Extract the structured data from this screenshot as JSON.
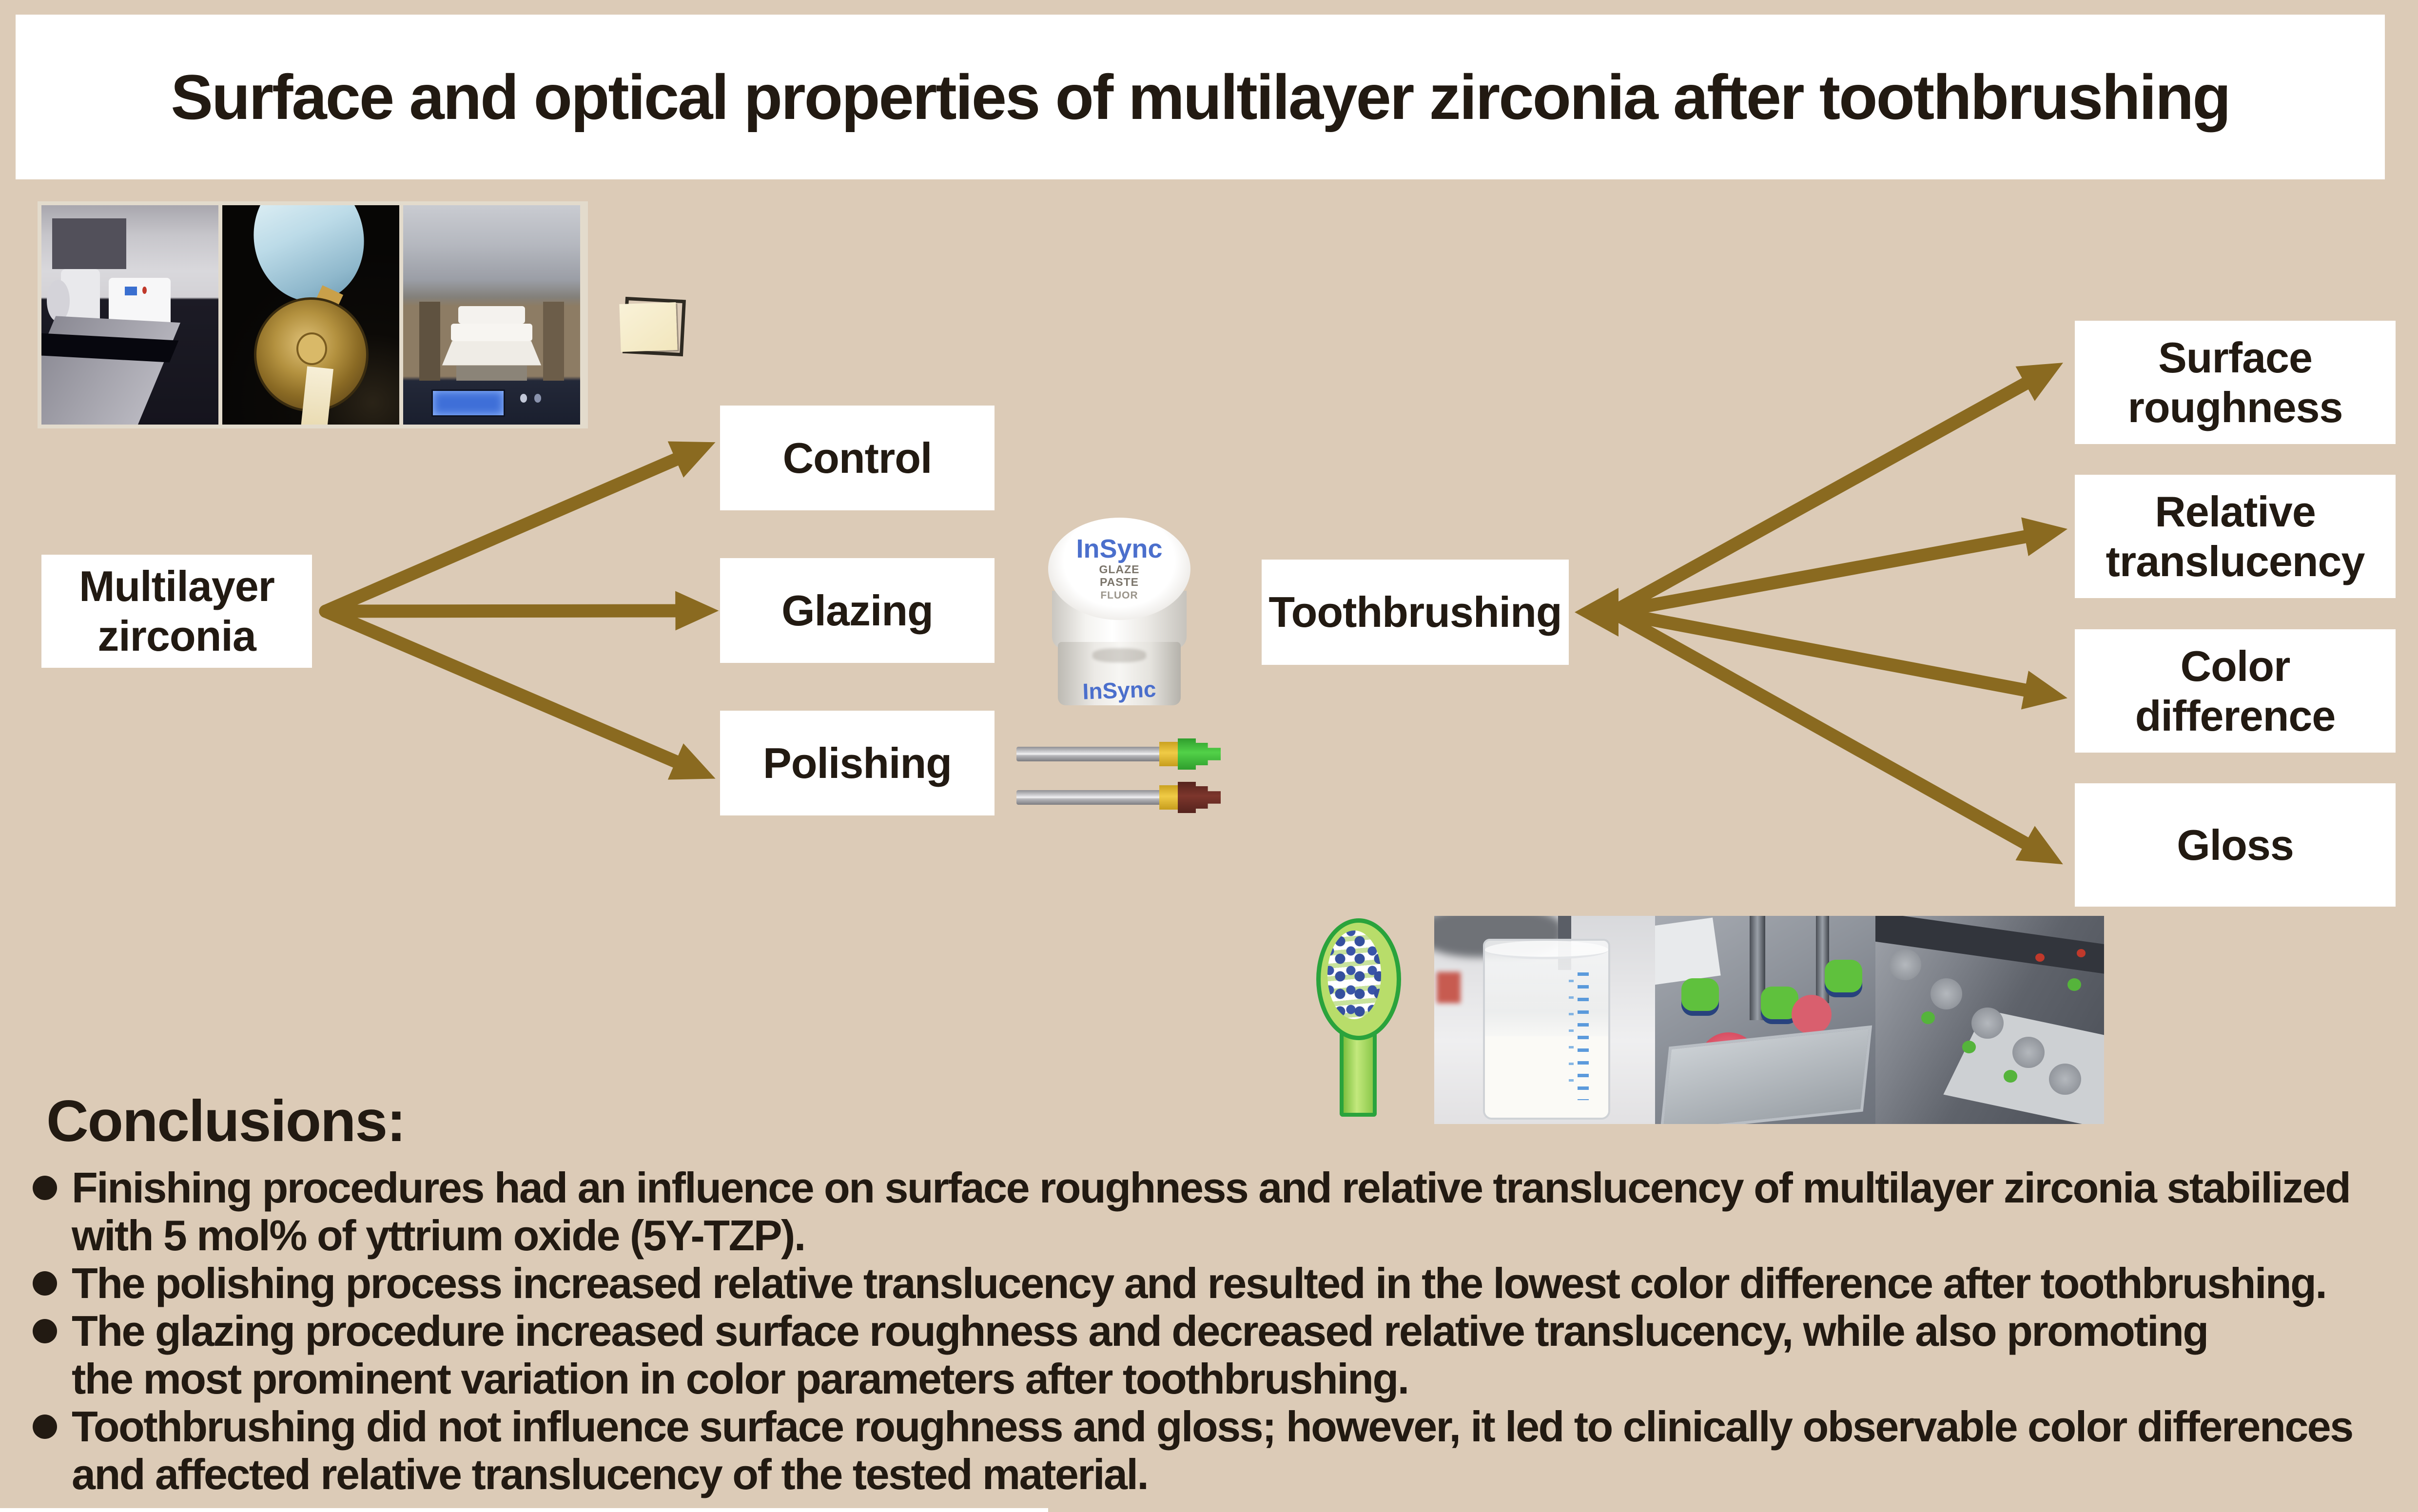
{
  "title": "Surface and optical properties of multilayer zirconia after toothbrushing",
  "diagram": {
    "source": {
      "lines": [
        "Multilayer",
        "zirconia"
      ]
    },
    "procedures": [
      {
        "label": "Control"
      },
      {
        "label": "Glazing"
      },
      {
        "label": "Polishing"
      }
    ],
    "process": {
      "label": "Toothbrushing"
    },
    "outcomes": [
      {
        "lines": [
          "Surface",
          "roughness"
        ]
      },
      {
        "lines": [
          "Relative",
          "translucency"
        ]
      },
      {
        "lines": [
          "Color",
          "difference"
        ]
      },
      {
        "lines": [
          "Gloss"
        ]
      }
    ]
  },
  "glaze_jar": {
    "brand": "InSync",
    "label_lines": [
      "GLAZE",
      "PASTE",
      "FLUOR"
    ]
  },
  "conclusions": {
    "heading": "Conclusions:",
    "bullets": [
      {
        "lines": [
          "Finishing procedures had an influence on surface roughness and relative translucency of multilayer zirconia stabilized",
          "with 5 mol% of yttrium oxide (5Y-TZP)."
        ]
      },
      {
        "lines": [
          "The polishing process increased relative translucency and resulted in the lowest color difference after toothbrushing."
        ]
      },
      {
        "lines": [
          "The glazing procedure increased surface roughness and decreased relative translucency, while also promoting",
          "the most prominent variation in color parameters after toothbrushing."
        ]
      },
      {
        "lines": [
          "Toothbrushing did not influence surface roughness and gloss; however, it led to clinically observable color differences",
          "and affected relative translucency of the tested material."
        ]
      }
    ]
  },
  "colors": {
    "background": "#dccbb7",
    "box_fill": "#ffffff",
    "text": "#221a12",
    "arrow": "#8a6a20",
    "toothbrush_green": "#2aa33c",
    "bur_green": "#52d148",
    "bur_maroon": "#7d362c",
    "bur_band_yellow": "#f0cb46",
    "specimen_cream": "#f6edcc",
    "jar_brand_blue": "#4b6fcc"
  }
}
